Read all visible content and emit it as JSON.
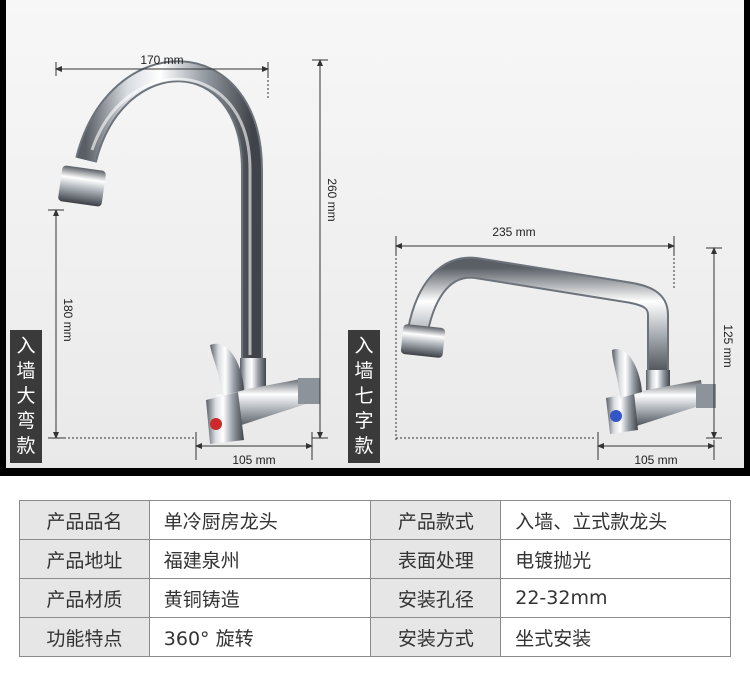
{
  "diagram": {
    "left_faucet": {
      "width_label": "170 mm",
      "height_label": "260 mm",
      "side_label": "180 mm",
      "base_label": "105 mm",
      "tag_chars": [
        "入",
        "墙",
        "大",
        "弯",
        "款"
      ]
    },
    "right_faucet": {
      "width_label": "235 mm",
      "height_label": "125 mm",
      "base_label": "105 mm",
      "tag_chars": [
        "入",
        "墙",
        "七",
        "字",
        "款"
      ]
    }
  },
  "specs": {
    "rows": [
      [
        "产品品名",
        "单冷厨房龙头",
        "产品款式",
        "入墙、立式款龙头"
      ],
      [
        "产品地址",
        "福建泉州",
        "表面处理",
        "电镀抛光"
      ],
      [
        "产品材质",
        "黄铜铸造",
        "安装孔径",
        "22-32mm"
      ],
      [
        "功能特点",
        "360°  旋转",
        "安装方式",
        "坐式安装"
      ]
    ]
  }
}
